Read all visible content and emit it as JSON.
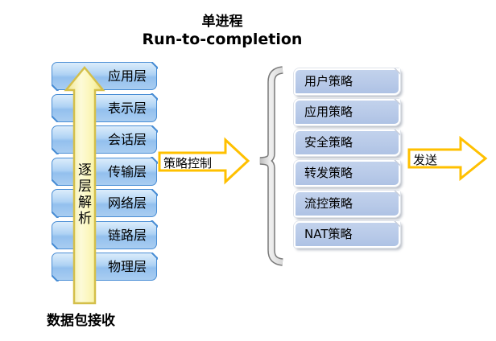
{
  "title": {
    "line1": "单进程",
    "line2": "Run-to-completion"
  },
  "osi_stack": {
    "layers": [
      "应用层",
      "表示层",
      "会话层",
      "传输层",
      "网络层",
      "链路层",
      "物理层"
    ]
  },
  "up_arrow": {
    "label": "逐层解析"
  },
  "bottom_label": "数据包接收",
  "policy_control": {
    "label": "策略控制"
  },
  "policies": [
    "用户策略",
    "应用策略",
    "安全策略",
    "转发策略",
    "流控策略",
    "NAT策略"
  ],
  "send_arrow": {
    "label": "发送"
  },
  "colors": {
    "layer_border": "#4a8ed5",
    "layer_fill_top": "#dcedfb",
    "layer_fill_mid": "#aed2f4",
    "layer_fill_deep": "#93c0ee",
    "layer_fill_bottom": "#a9cdf1",
    "policy_fill": "#b7c9e8",
    "block_arrow_border": "#ffc000",
    "up_arrow_border": "#d4bf4a",
    "up_arrow_fill": "#faf5ae",
    "brace_outline": "#7a7a7a",
    "brace_fill": "#e6e6e6"
  }
}
